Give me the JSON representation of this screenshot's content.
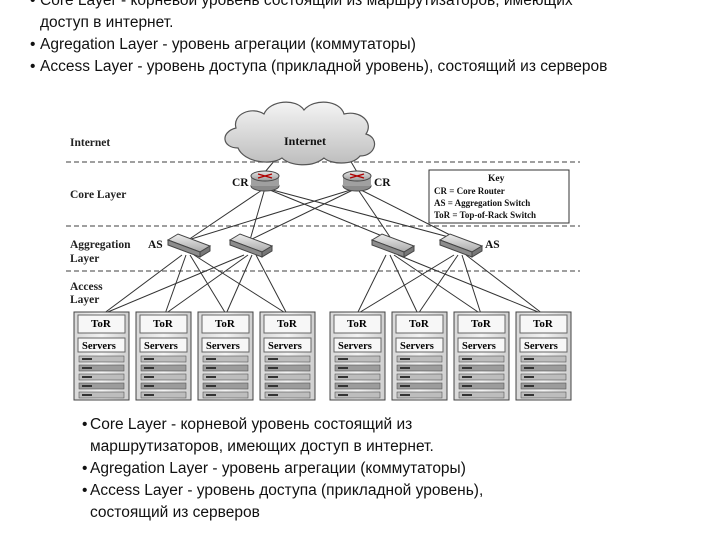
{
  "top_bullets": {
    "line1": "Core Layer - корневой уровень состоящий из маршрутизаторов, имеющих",
    "line1_cont": "доступ в интернет.",
    "line2": "Agregation Layer  - уровень агрегации (коммутаторы)",
    "line3": "Access Layer - уровень доступа (прикладной уровень), состоящий из серверов"
  },
  "diagram": {
    "layers": {
      "internet": "Internet",
      "core": "Core Layer",
      "aggregation_1": "Aggregation",
      "aggregation_2": "Layer",
      "access_1": "Access",
      "access_2": "Layer"
    },
    "cloud_label": "Internet",
    "router_label": "CR",
    "switch_label": "AS",
    "rack_top_label": "ToR",
    "rack_servers_label": "Servers",
    "key": {
      "title": "Key",
      "cr": "CR = Core Router",
      "as": "AS = Aggregation Switch",
      "tor": "ToR = Top-of-Rack Switch"
    }
  },
  "bottom_bullets": {
    "line1": "Core Layer - корневой уровень состоящий из",
    "line1_cont": "маршрутизаторов, имеющих доступ в интернет.",
    "line2": "Agregation Layer  - уровень агрегации (коммутаторы)",
    "line3": "Access Layer - уровень доступа (прикладной уровень),",
    "line3_cont": "состоящий из серверов"
  }
}
